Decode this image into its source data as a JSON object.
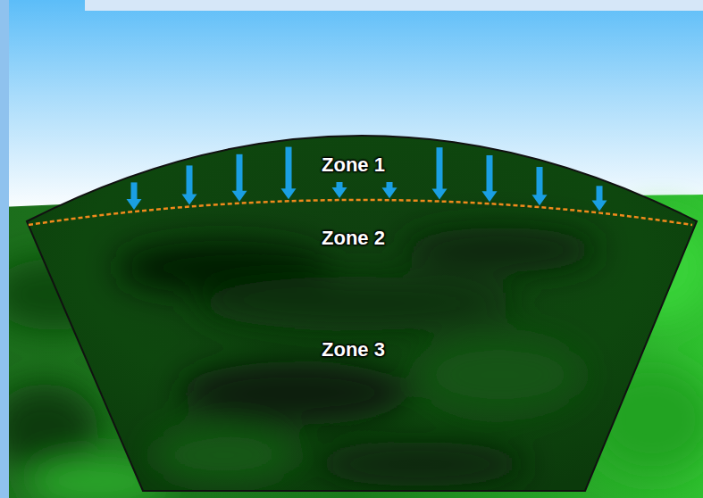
{
  "diagram": {
    "labels": [
      "Zone 1",
      "Zone 2",
      "Zone 3"
    ]
  }
}
